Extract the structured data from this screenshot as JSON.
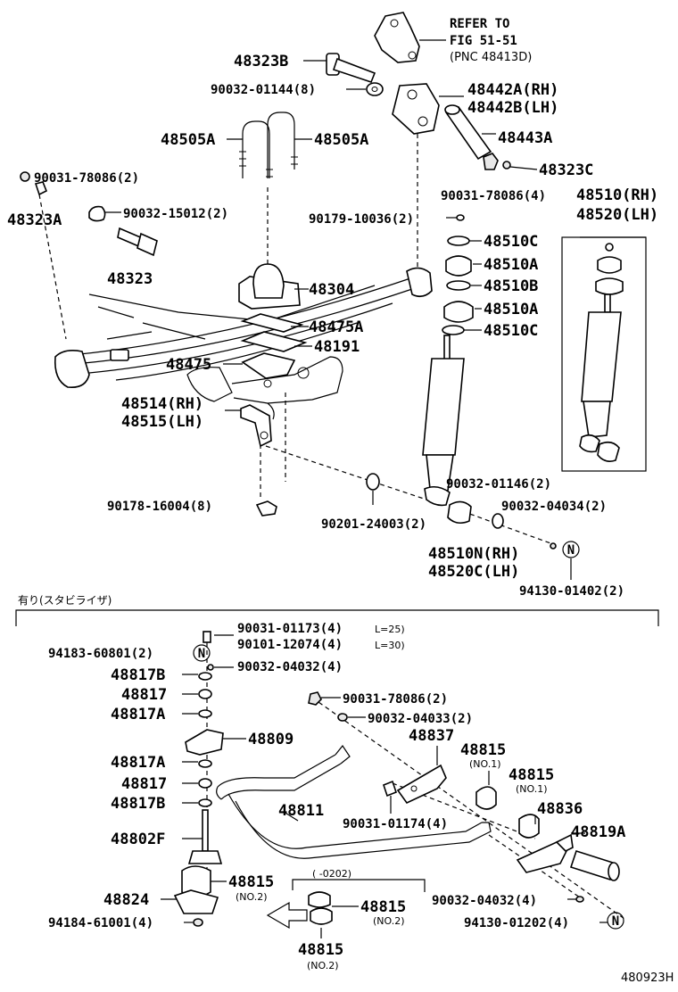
{
  "diagram_id": "480923H",
  "reference_note": {
    "line1": "REFER TO",
    "line2": "FIG 51-51",
    "line3": "(PNC 48413D)"
  },
  "section_title": "有り(スタビライザ)",
  "date_note": "( -0202)",
  "labels": {
    "l48323B": "48323B",
    "l90032_01144": "90032-01144(8)",
    "l48442A": "48442A(RH)",
    "l48442B": "48442B(LH)",
    "l48505A_left": "48505A",
    "l48505A_right": "48505A",
    "l48443A": "48443A",
    "l90031_78086_2": "90031-78086(2)",
    "l48323C": "48323C",
    "l48323A": "48323A",
    "l90032_15012": "90032-15012(2)",
    "l90031_78086_4": "90031-78086(4)",
    "l48510RH": "48510(RH)",
    "l48520LH": "48520(LH)",
    "l90179_10036": "90179-10036(2)",
    "l48510C_1": "48510C",
    "l48510A_1": "48510A",
    "l48510B": "48510B",
    "l48510A_2": "48510A",
    "l48510C_2": "48510C",
    "l48323": "48323",
    "l48304": "48304",
    "l48475A": "48475A",
    "l48191": "48191",
    "l48475": "48475",
    "l48514": "48514(RH)",
    "l48515": "48515(LH)",
    "l90032_01146": "90032-01146(2)",
    "l90032_04034": "90032-04034(2)",
    "l90178_16004": "90178-16004(8)",
    "l90201_24003": "90201-24003(2)",
    "l48510N": "48510N(RH)",
    "l48520C": "48520C(LH)",
    "l94130_01402": "94130-01402(2)",
    "l90031_01173": "90031-01173(4)",
    "l90031_01173_note": "L=25)",
    "l90101_12074": "90101-12074(4)",
    "l90101_12074_note": "L=30)",
    "l94183_60801": "94183-60801(2)",
    "l90032_04032_top": "90032-04032(4)",
    "l48817B_1": "48817B",
    "l48817_1": "48817",
    "l48817A_1": "48817A",
    "l90031_78086_b": "90031-78086(2)",
    "l90032_04033": "90032-04033(2)",
    "l48809": "48809",
    "l48837": "48837",
    "l48815_a": "48815",
    "l48815_a_note": "(NO.1)",
    "l48815_b": "48815",
    "l48815_b_note": "(NO.1)",
    "l48817A_2": "48817A",
    "l48817_2": "48817",
    "l48817B_2": "48817B",
    "l48811": "48811",
    "l90031_01174": "90031-01174(4)",
    "l48836": "48836",
    "l48819A": "48819A",
    "l48802F": "48802F",
    "l48815_c": "48815",
    "l48815_c_note": "(NO.2)",
    "l48824": "48824",
    "l90032_04032_bot": "90032-04032(4)",
    "l48815_d": "48815",
    "l48815_d_note": "(NO.2)",
    "l94184_61001": "94184-61001(4)",
    "l94130_01202": "94130-01202(4)",
    "l48815_e": "48815",
    "l48815_e_note": "(NO.2)"
  },
  "nut_marker": "N"
}
